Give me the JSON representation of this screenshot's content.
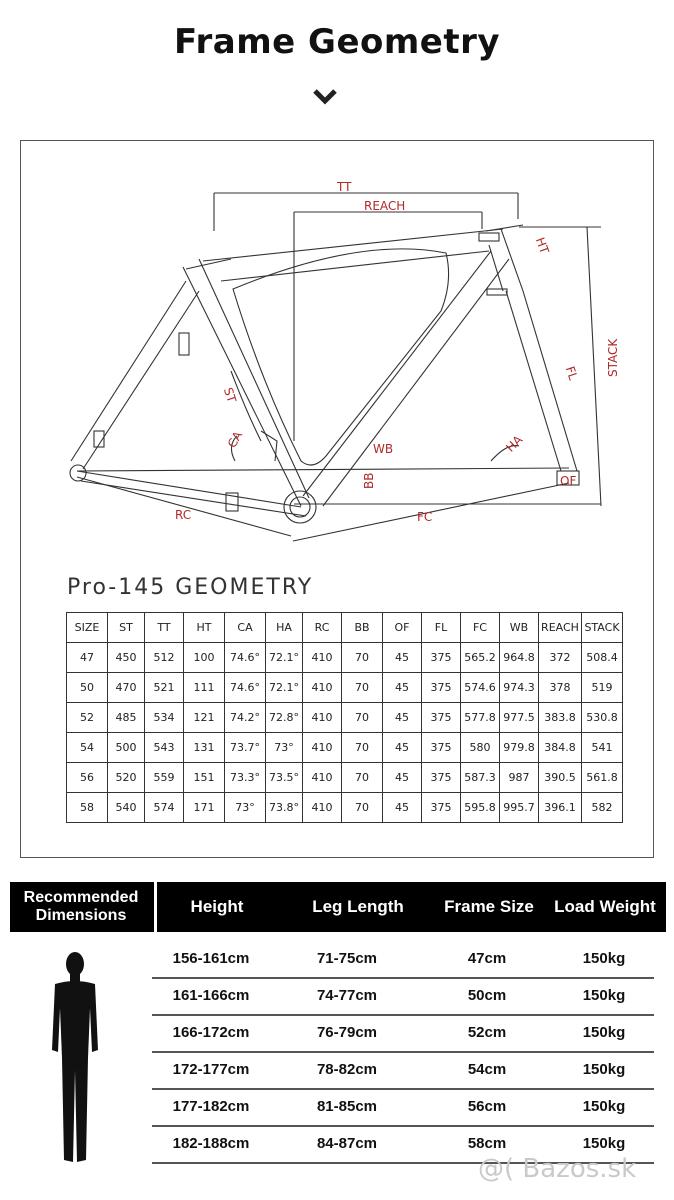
{
  "page": {
    "title": "Frame Geometry"
  },
  "diagram_labels": {
    "tt": "TT",
    "reach": "REACH",
    "ht": "HT",
    "stack": "STACK",
    "fl": "FL",
    "st": "ST",
    "ca": "CA",
    "wb": "WB",
    "ha": "HA",
    "bb": "BB",
    "of": "OF",
    "rc": "RC",
    "fc": "FC"
  },
  "geometry": {
    "title": "Pro-145  GEOMETRY",
    "headers": [
      "SIZE",
      "ST",
      "TT",
      "HT",
      "CA",
      "HA",
      "RC",
      "BB",
      "OF",
      "FL",
      "FC",
      "WB",
      "REACH",
      "STACK"
    ],
    "rows": [
      [
        "47",
        "450",
        "512",
        "100",
        "74.6°",
        "72.1°",
        "410",
        "70",
        "45",
        "375",
        "565.2",
        "964.8",
        "372",
        "508.4"
      ],
      [
        "50",
        "470",
        "521",
        "111",
        "74.6°",
        "72.1°",
        "410",
        "70",
        "45",
        "375",
        "574.6",
        "974.3",
        "378",
        "519"
      ],
      [
        "52",
        "485",
        "534",
        "121",
        "74.2°",
        "72.8°",
        "410",
        "70",
        "45",
        "375",
        "577.8",
        "977.5",
        "383.8",
        "530.8"
      ],
      [
        "54",
        "500",
        "543",
        "131",
        "73.7°",
        "73°",
        "410",
        "70",
        "45",
        "375",
        "580",
        "979.8",
        "384.8",
        "541"
      ],
      [
        "56",
        "520",
        "559",
        "151",
        "73.3°",
        "73.5°",
        "410",
        "70",
        "45",
        "375",
        "587.3",
        "987",
        "390.5",
        "561.8"
      ],
      [
        "58",
        "540",
        "574",
        "171",
        "73°",
        "73.8°",
        "410",
        "70",
        "45",
        "375",
        "595.8",
        "995.7",
        "396.1",
        "582"
      ]
    ]
  },
  "recommended": {
    "label": "Recommended Dimensions",
    "headers": [
      "Height",
      "Leg Length",
      "Frame Size",
      "Load Weight"
    ],
    "rows": [
      [
        "156-161cm",
        "71-75cm",
        "47cm",
        "150kg"
      ],
      [
        "161-166cm",
        "74-77cm",
        "50cm",
        "150kg"
      ],
      [
        "166-172cm",
        "76-79cm",
        "52cm",
        "150kg"
      ],
      [
        "172-177cm",
        "78-82cm",
        "54cm",
        "150kg"
      ],
      [
        "177-182cm",
        "81-85cm",
        "56cm",
        "150kg"
      ],
      [
        "182-188cm",
        "84-87cm",
        "58cm",
        "150kg"
      ]
    ]
  },
  "watermark": "@( Bazos.sk",
  "colors": {
    "label_red": "#b02a2a",
    "line": "#333333",
    "header_bg": "#000000"
  }
}
